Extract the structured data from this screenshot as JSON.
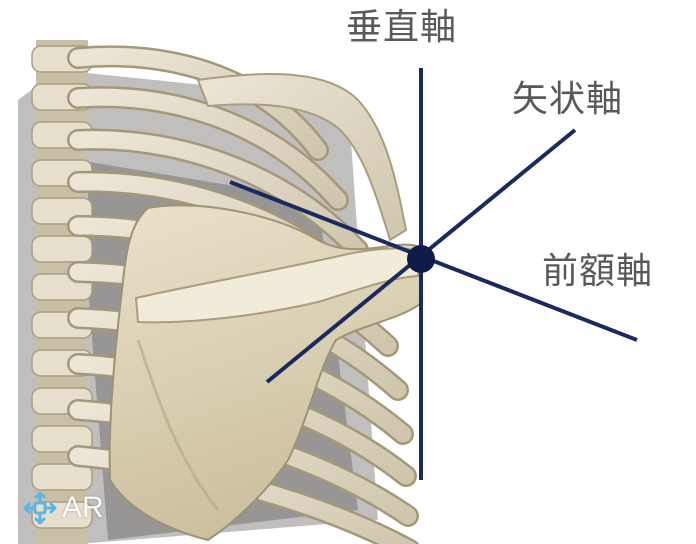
{
  "figure": {
    "axes": [
      {
        "id": "vertical",
        "label": "垂直軸"
      },
      {
        "id": "sagittal",
        "label": "矢状軸"
      },
      {
        "id": "frontal",
        "label": "前額軸"
      }
    ],
    "axis_color": "#1b2a5e",
    "pivot_color": "#0e1a4a",
    "label_color": "#595959"
  },
  "badge": {
    "label": "AR",
    "icon": "ar-cube-icon"
  }
}
